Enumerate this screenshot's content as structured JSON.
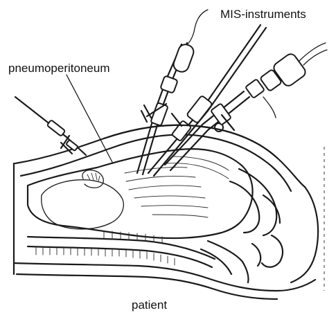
{
  "labels": {
    "instruments": "MIS-instruments",
    "gas": "pneumoperitoneum",
    "subject": "patient"
  }
}
